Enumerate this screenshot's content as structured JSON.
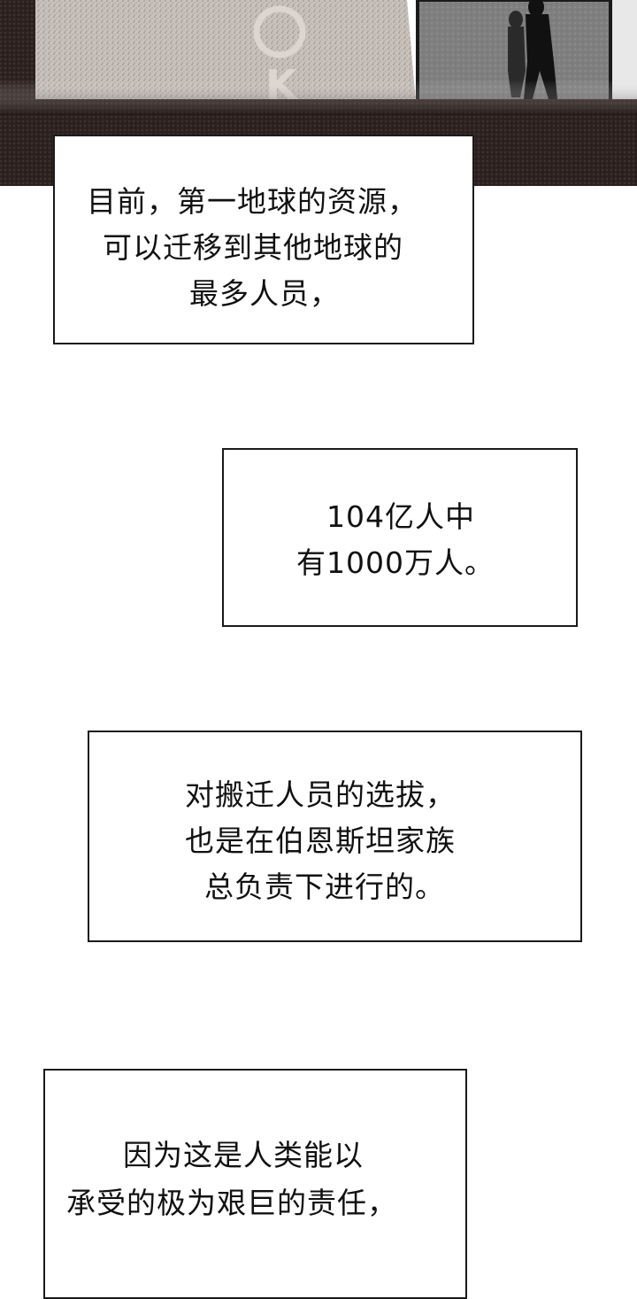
{
  "scene": {
    "building_sign_text": "ÓK"
  },
  "captions": [
    {
      "lines": [
        "目前，第一地球的资源，",
        "可以迁移到其他地球的",
        "最多人员，"
      ]
    },
    {
      "lines": [
        "104亿人中",
        "有1000万人。"
      ]
    },
    {
      "lines": [
        "对搬迁人员的选拔，",
        "也是在伯恩斯坦家族",
        "总负责下进行的。"
      ]
    },
    {
      "lines": [
        "因为这是人类能以",
        "承受的极为艰巨的责任，"
      ]
    }
  ]
}
